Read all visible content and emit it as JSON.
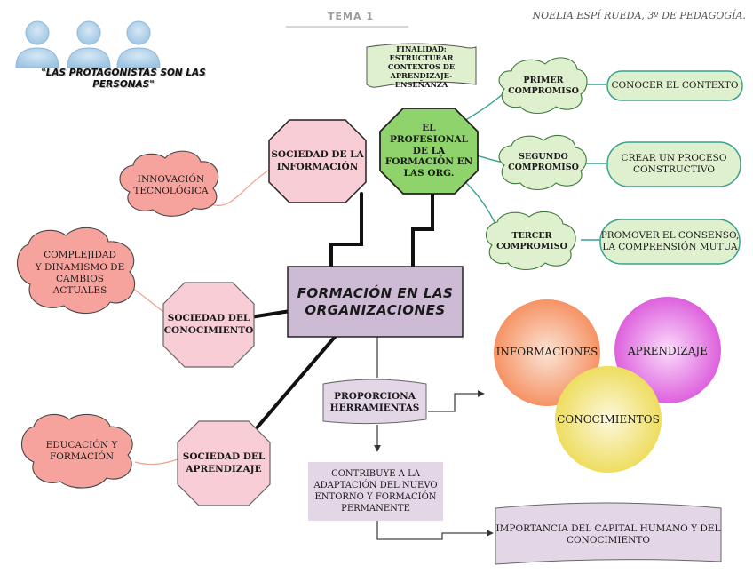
{
  "header": {
    "title": "TEMA 1",
    "author": "NOELIA ESPÍ RUEDA, 3º DE PEDAGOGÍA.",
    "tagline": "\"LAS PROTAGONISTAS SON LAS PERSONAS\"",
    "people_icon": "people-icon"
  },
  "central": {
    "line1": "FORMACIÓN EN LAS",
    "line2": "ORGANIZACIONES"
  },
  "octagons": {
    "sociedad_informacion": [
      "SOCIEDAD DE LA",
      "INFORMACIÓN"
    ],
    "profesional": [
      "EL",
      "PROFESIONAL",
      "DE LA",
      "FORMACIÓN EN",
      "LAS ORG."
    ],
    "sociedad_conocimiento": [
      "SOCIEDAD DEL",
      "CONOCIMIENTO"
    ],
    "sociedad_aprendizaje": [
      "SOCIEDAD DEL",
      "APRENDIZAJE"
    ]
  },
  "clouds_red": {
    "innovacion": [
      "INNOVACIÓN",
      "TECNOLÓGICA"
    ],
    "complejidad": [
      "COMPLEJIDAD",
      "Y DINAMISMO DE",
      "CAMBIOS",
      "ACTUALES"
    ],
    "educacion": [
      "EDUCACIÓN Y",
      "FORMACIÓN"
    ]
  },
  "finalidad": [
    "FINALIDAD: ESTRUCTURAR",
    "CONTEXTOS DE",
    "APRENDIZAJE-ENSEÑANZA"
  ],
  "compromisos": [
    {
      "label": [
        "PRIMER",
        "COMPROMISO"
      ],
      "result": [
        "CONOCER EL CONTEXTO"
      ]
    },
    {
      "label": [
        "SEGUNDO",
        "COMPROMISO"
      ],
      "result": [
        "CREAR UN PROCESO",
        "CONSTRUCTIVO"
      ]
    },
    {
      "label": [
        "TERCER",
        "COMPROMISO"
      ],
      "result": [
        "PROMOVER EL CONSENSO,",
        "LA COMPRENSIÓN MUTUA"
      ]
    }
  ],
  "proporciona": [
    "PROPORCIONA",
    "HERRAMIENTAS"
  ],
  "contribuye": [
    "CONTRIBUYE A LA",
    "ADAPTACIÓN DEL NUEVO",
    "ENTORNO Y FORMACIÓN",
    "PERMANENTE"
  ],
  "importancia": [
    "IMPORTANCIA DEL CAPITAL HUMANO Y DEL",
    "CONOCIMIENTO"
  ],
  "venn": {
    "informaciones": "INFORMACIONES",
    "aprendizaje": "APRENDIZAJE",
    "conocimientos": "CONOCIMIENTOS"
  },
  "colors": {
    "octagon_pink": "#f8cdd6",
    "central_purple": "#cdbbd5",
    "green_node": "#8ed36b",
    "light_green": "#dff0cf",
    "teal_line": "#3aa08e",
    "red_cloud": "#f7a39d",
    "venn_orange": "#f58c5a",
    "venn_magenta": "#e15ae0",
    "venn_yellow": "#f0e05c",
    "banner_lavender": "#e3d6e6"
  }
}
